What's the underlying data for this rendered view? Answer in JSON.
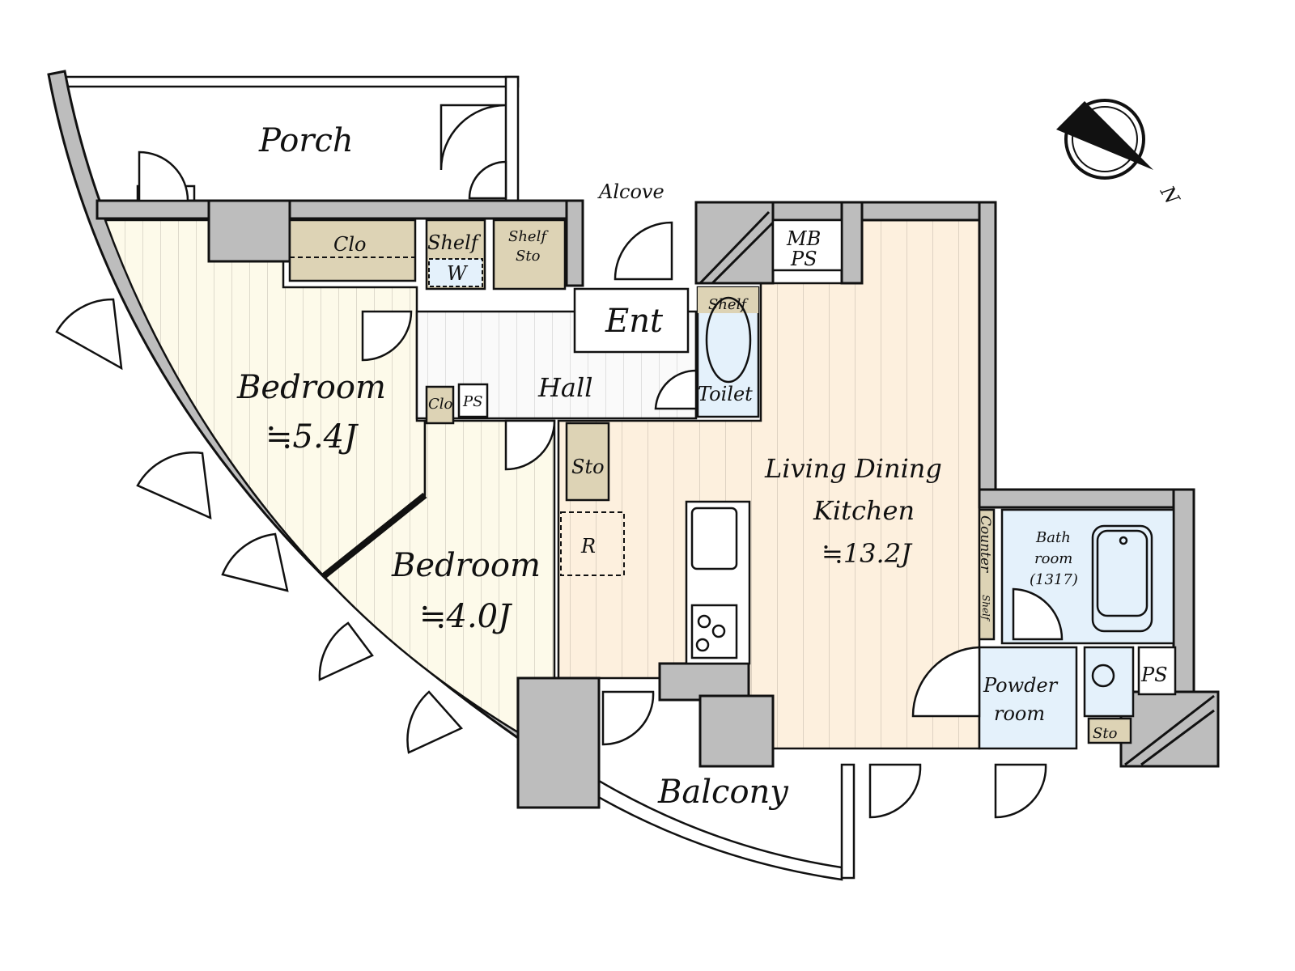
{
  "plan": {
    "rooms": {
      "porch": "Porch",
      "alcove": "Alcove",
      "clo_top": "Clo",
      "shelf_w_shelf": "Shelf",
      "shelf_w_w": "W",
      "shelf_sto_1": "Shelf",
      "shelf_sto_2": "Sto",
      "ent": "Ent",
      "mb": "MB",
      "ps_top": "PS",
      "toilet_shelf": "Shelf",
      "toilet": "Toilet",
      "hall": "Hall",
      "clo_hall": "Clo",
      "ps_hall": "PS",
      "bedroom1": "Bedroom",
      "bedroom1_size": "≒5.4J",
      "bedroom2": "Bedroom",
      "bedroom2_size": "≒4.0J",
      "sto_ldk": "Sto",
      "fridge": "R",
      "ldk_1": "Living Dining",
      "ldk_2": "Kitchen",
      "ldk_size": "≒13.2J",
      "counter": "Counter",
      "shelf_side": "Shelf",
      "bath_1": "Bath",
      "bath_2": "room",
      "bath_3": "(1317)",
      "powder_1": "Powder",
      "powder_2": "room",
      "ps_right": "PS",
      "sto_right": "Sto",
      "balcony": "Balcony"
    },
    "compass": {
      "north": "N"
    },
    "colors": {
      "wall": "#bdbdbd",
      "bedroom_floor": "#fdfaea",
      "ldk_floor": "#fdf0de",
      "wet_area": "#e4f1fb",
      "storage": "#ddd3b5"
    }
  }
}
